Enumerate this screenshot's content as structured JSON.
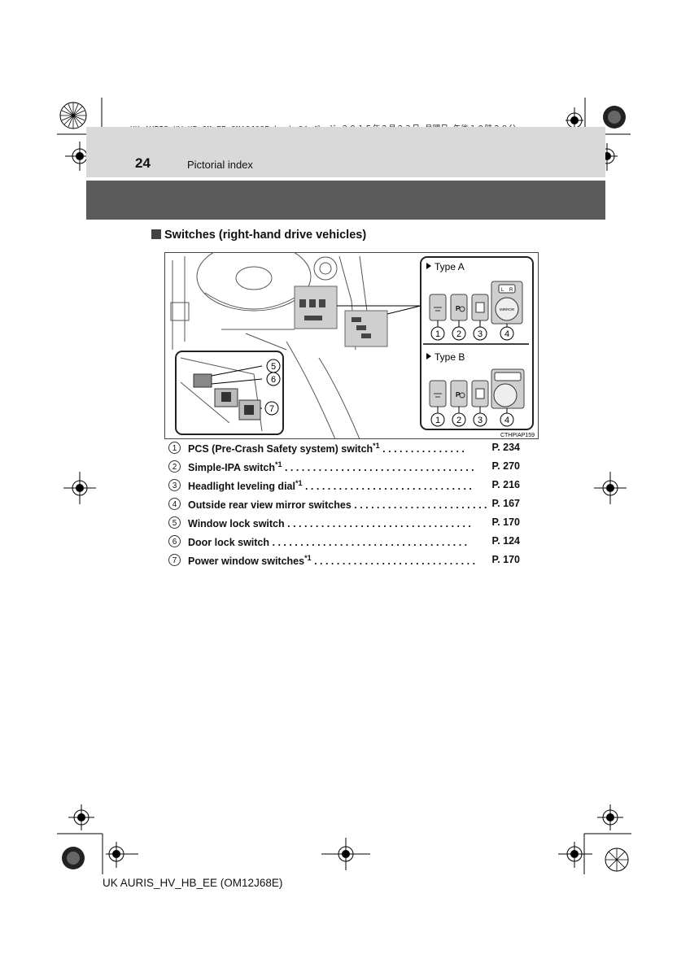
{
  "print_info": "UK AURIS_HV_HB_OM_EE_OM12J68E.book  24 ページ  ２０１５年２月２３日  月曜日  午後１０時３８分",
  "header": {
    "page_number": "24",
    "section": "Pictorial index"
  },
  "subtitle": "Switches (right-hand drive vehicles)",
  "figure": {
    "type_a": "Type A",
    "type_b": "Type B",
    "code": "CTHPIAP159",
    "callouts": [
      "1",
      "2",
      "3",
      "4",
      "5",
      "6",
      "7"
    ],
    "mirror_label": "MIRROR",
    "mirror_l": "L",
    "mirror_r": "R",
    "ipa_label": "P"
  },
  "items": [
    {
      "num": "1",
      "text": "PCS (Pre-Crash Safety system) switch",
      "sup": "*1",
      "dots": ". . . . . . . . . . . . . . .",
      "page": "P. 234"
    },
    {
      "num": "2",
      "text": "Simple-IPA switch",
      "sup": "*1",
      "dots": ". . . . . . . . . . . . . . . . . . . . . . . . . . . . . . . . . .",
      "page": "P. 270"
    },
    {
      "num": "3",
      "text": "Headlight leveling dial",
      "sup": "*1",
      "dots": ". . . . . . . . . . . . . . . . . . . . . . . . . . . . . .",
      "page": "P. 216"
    },
    {
      "num": "4",
      "text": "Outside rear view mirror switches",
      "sup": "",
      "dots": ". . . . . . . . . . . . . . . . . . . . . . . .",
      "page": "P. 167"
    },
    {
      "num": "5",
      "text": "Window lock switch",
      "sup": "",
      "dots": ". . . . . . . . . . . . . . . . . . . . . . . . . . . . . . . . .",
      "page": "P. 170"
    },
    {
      "num": "6",
      "text": "Door lock switch",
      "sup": "",
      "dots": ". . . . . . . . . . . . . . . . . . . . . . . . . . . . . . . . . . .",
      "page": "P. 124"
    },
    {
      "num": "7",
      "text": "Power window switches",
      "sup": "*1",
      "dots": ". . . . . . . . . . . . . . . . . . . . . . . . . . . . .",
      "page": "P. 170"
    }
  ],
  "footer": "UK AURIS_HV_HB_EE (OM12J68E)"
}
